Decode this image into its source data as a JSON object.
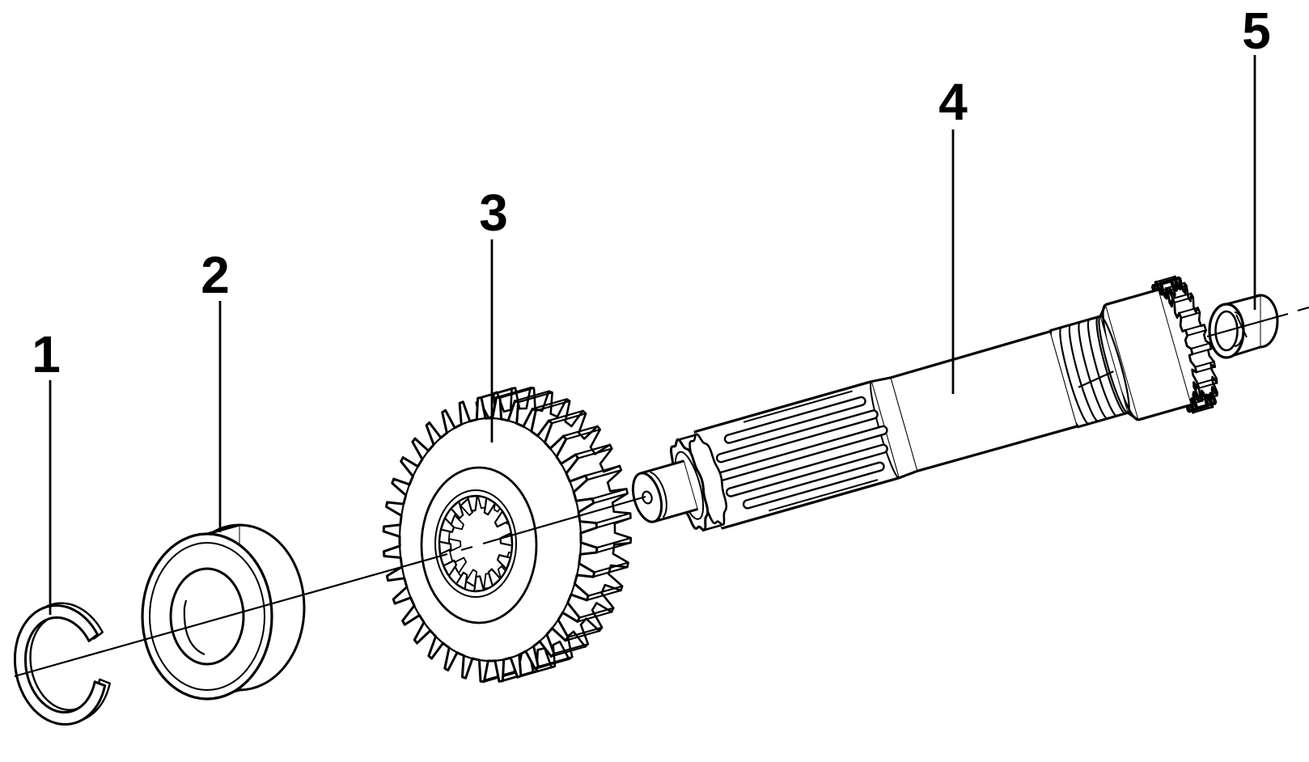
{
  "figure": {
    "background": "#ffffff",
    "ink": "#000000",
    "part_labels": [
      {
        "number": "1"
      },
      {
        "number": "2"
      },
      {
        "number": "3"
      },
      {
        "number": "4"
      },
      {
        "number": "5"
      }
    ]
  }
}
